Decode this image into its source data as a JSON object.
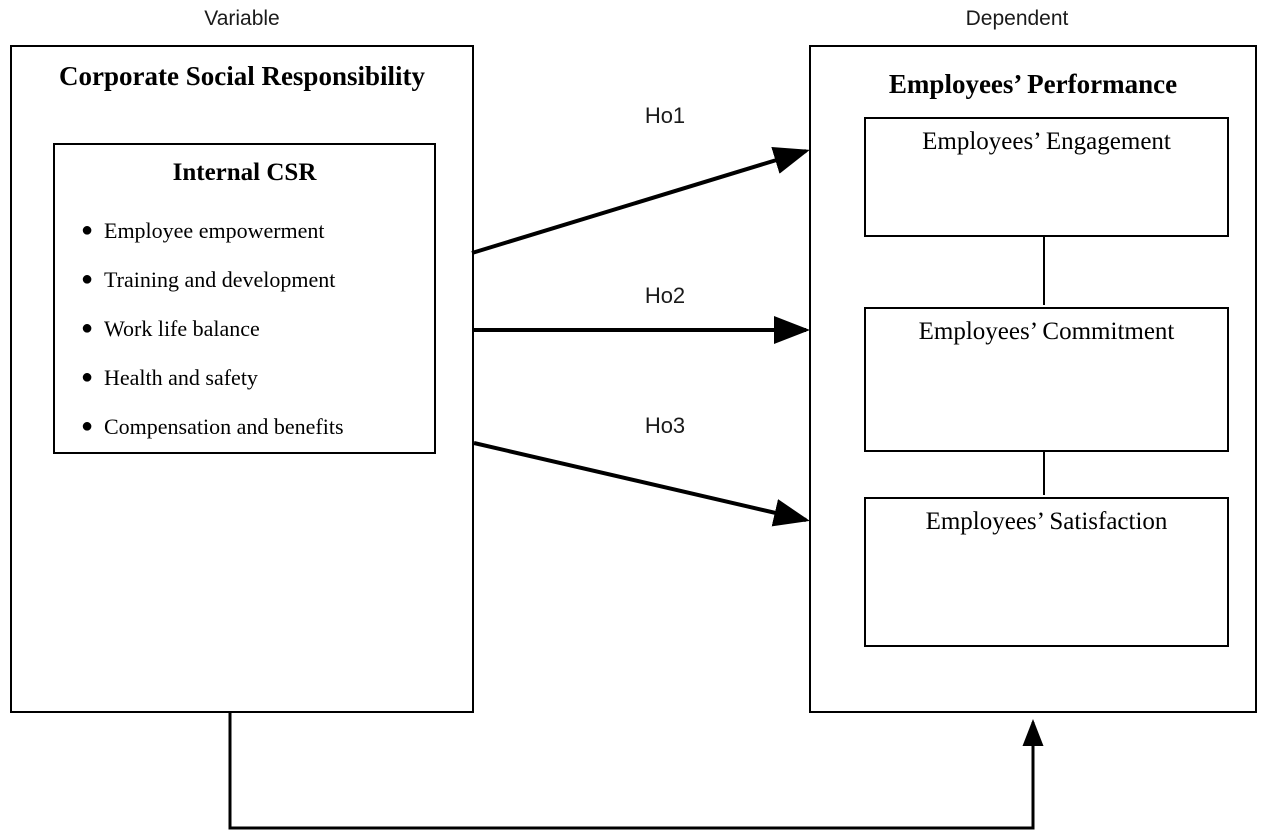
{
  "header": {
    "left_label": "Variable",
    "right_label": "Dependent"
  },
  "independent": {
    "title": "Corporate Social Responsibility",
    "inner": {
      "title": "Internal CSR",
      "bullet_glyph": "●",
      "items": [
        "Employee empowerment",
        "Training and development",
        "Work life balance",
        "Health and safety",
        "Compensation and benefits"
      ]
    }
  },
  "dependent": {
    "title": "Employees’ Performance",
    "constructs": [
      {
        "label": "Employees’ Engagement"
      },
      {
        "label": "Employees’ Commitment"
      },
      {
        "label": "Employees’ Satisfaction"
      }
    ]
  },
  "hypotheses": [
    {
      "id": "Ho1",
      "from": "Corporate Social Responsibility",
      "to": "Employees’ Engagement"
    },
    {
      "id": "Ho2",
      "from": "Corporate Social Responsibility",
      "to": "Employees’ Commitment"
    },
    {
      "id": "Ho3",
      "from": "Corporate Social Responsibility",
      "to": "Employees’ Satisfaction"
    }
  ],
  "feedback_link": {
    "from": "Employees’ Performance",
    "to": "Corporate Social Responsibility",
    "label": ""
  },
  "colors": {
    "stroke": "#000000",
    "text": "#000000",
    "label_text": "#1a1a1a",
    "background": "#ffffff"
  }
}
